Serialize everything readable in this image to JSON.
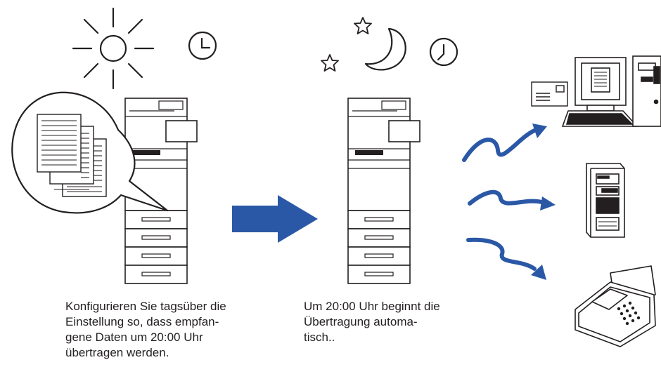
{
  "captions": {
    "left": [
      "Konfigurieren Sie tagsüber die",
      "Einstellung so, dass empfan-",
      "gene Daten um 20:00 Uhr",
      "übertragen werden."
    ],
    "right": [
      "Um 20:00 Uhr beginnt die",
      "Übertragung automa-",
      "tisch.."
    ]
  },
  "colors": {
    "arrow": "#2a58a6",
    "line": "#231f20",
    "fill": "#ffffff"
  },
  "icons": [
    "sun-icon",
    "clock-icon",
    "star-icon",
    "moon-icon",
    "document-icon",
    "pc-icon",
    "server-icon",
    "fax-icon",
    "envelope-icon"
  ]
}
